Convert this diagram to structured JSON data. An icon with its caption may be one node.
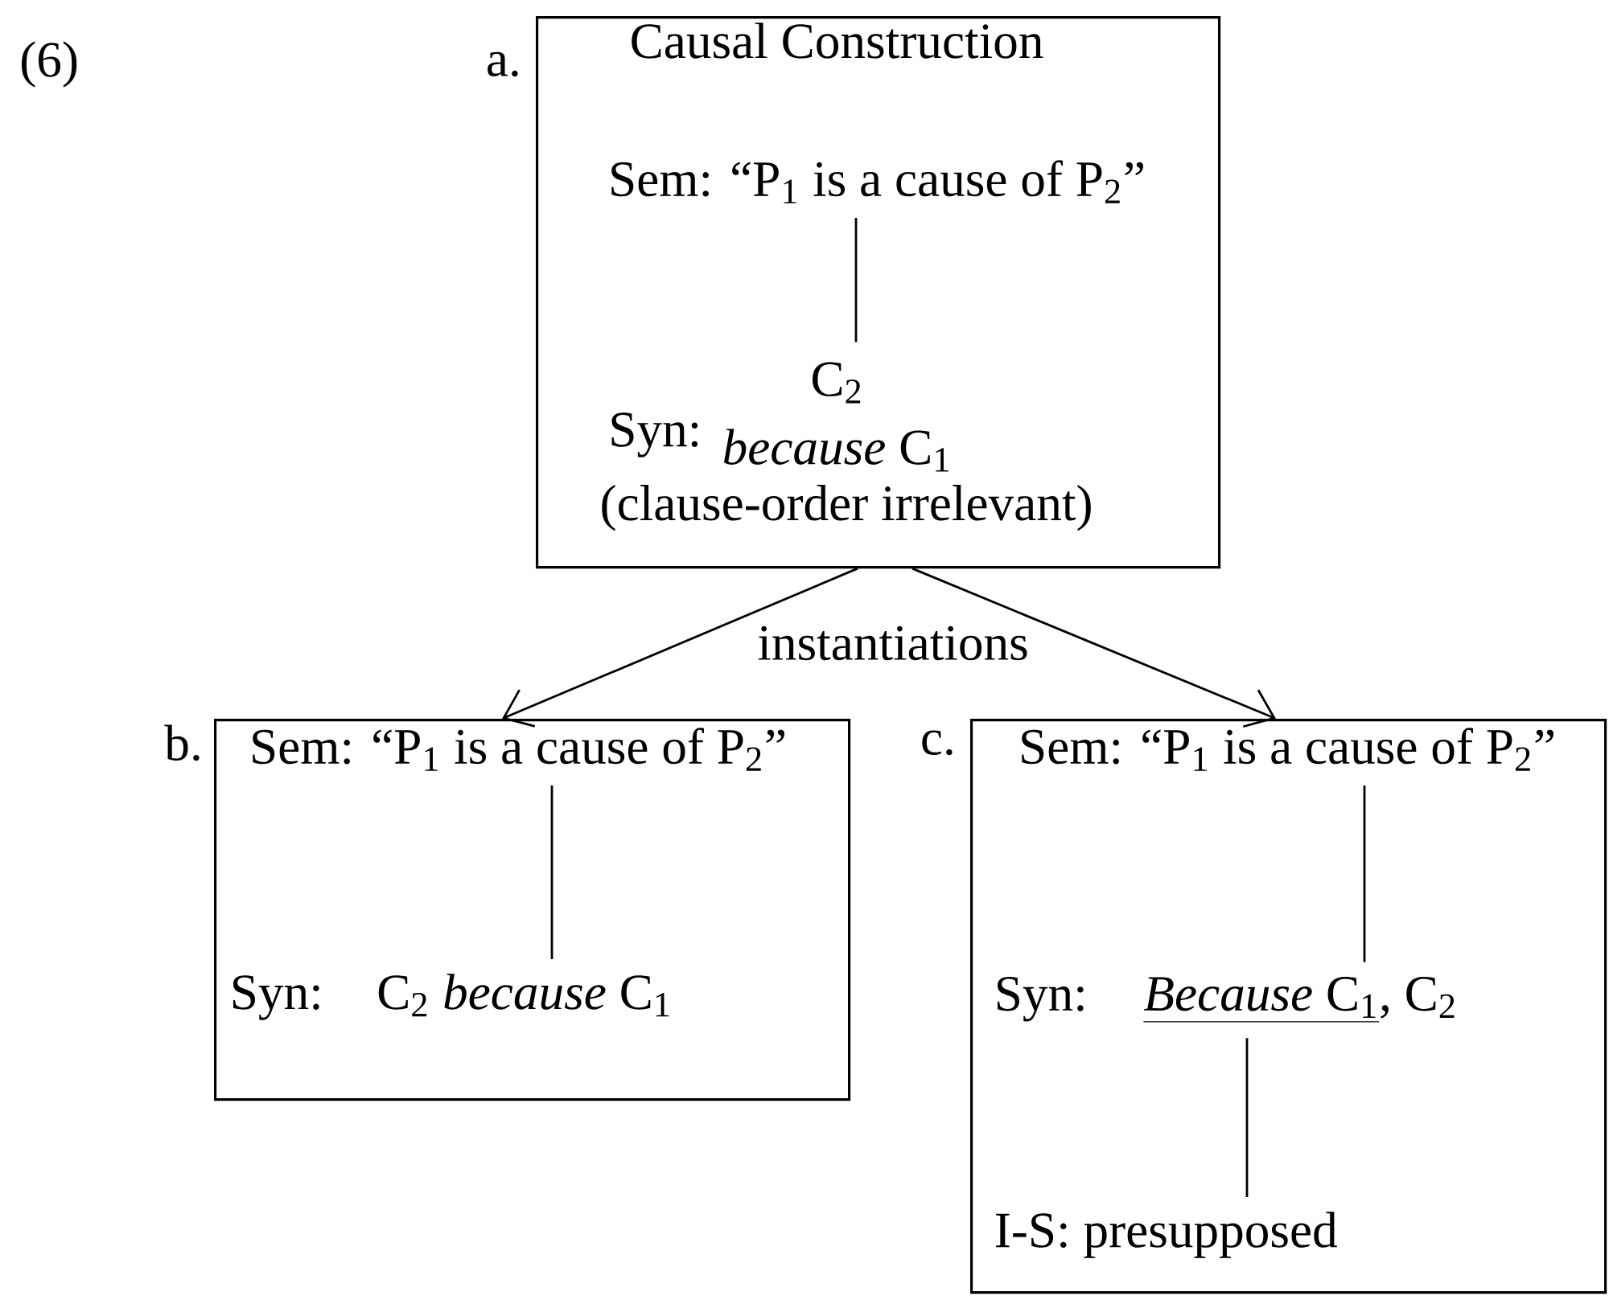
{
  "diagram": {
    "nodes": [
      {
        "text": [
          "Causal Construction"
        ],
        "beside": [
          "a."
        ]
      },
      {
        "text": [
          "Sem: “P$_{1}$ is a cause of P$_{2}$”"
        ],
        "in": 0
      },
      {
        "text": [
          "Syn:",
          "C$_{2}$",
          "*because* C$_{1}$",
          "(clause-order irrelevant)"
        ],
        "in": 0
      },
      {
        "text": [],
        "shape": "box",
        "beside": [
          "b."
        ]
      },
      {
        "text": [
          "Sem: “P$_{1}$ is a cause of P$_{2}$”"
        ],
        "in": 3
      },
      {
        "text": [
          "Syn:",
          "C$_{2}$ *because* C$_{1}$"
        ],
        "in": 3
      },
      {
        "text": [],
        "shape": "box",
        "beside": [
          "c."
        ]
      },
      {
        "text": [
          "Sem: “P$_{1}$ is a cause of P$_{2}$”"
        ],
        "in": 6
      },
      {
        "text": [
          "Syn:",
          "*Because* C$_{1}$",
          ", C$_{2}$"
        ],
        "in": 6
      },
      {
        "text": [
          "I-S: presupposed"
        ],
        "in": 6
      }
    ],
    "edges": [
      {
        "from": 0,
        "to": 3,
        "arrow": "to",
        "label": "instantiations"
      },
      {
        "from": 0,
        "to": 6,
        "arrow": "to"
      },
      {
        "from": 1,
        "to": 2,
        "arrow": "none"
      },
      {
        "from": 4,
        "to": 5,
        "arrow": "none"
      },
      {
        "from": 7,
        "to": 8,
        "arrow": "none"
      },
      {
        "from": 8,
        "to": 9,
        "arrow": "none"
      }
    ],
    "labels": [
      "(6)"
    ]
  }
}
